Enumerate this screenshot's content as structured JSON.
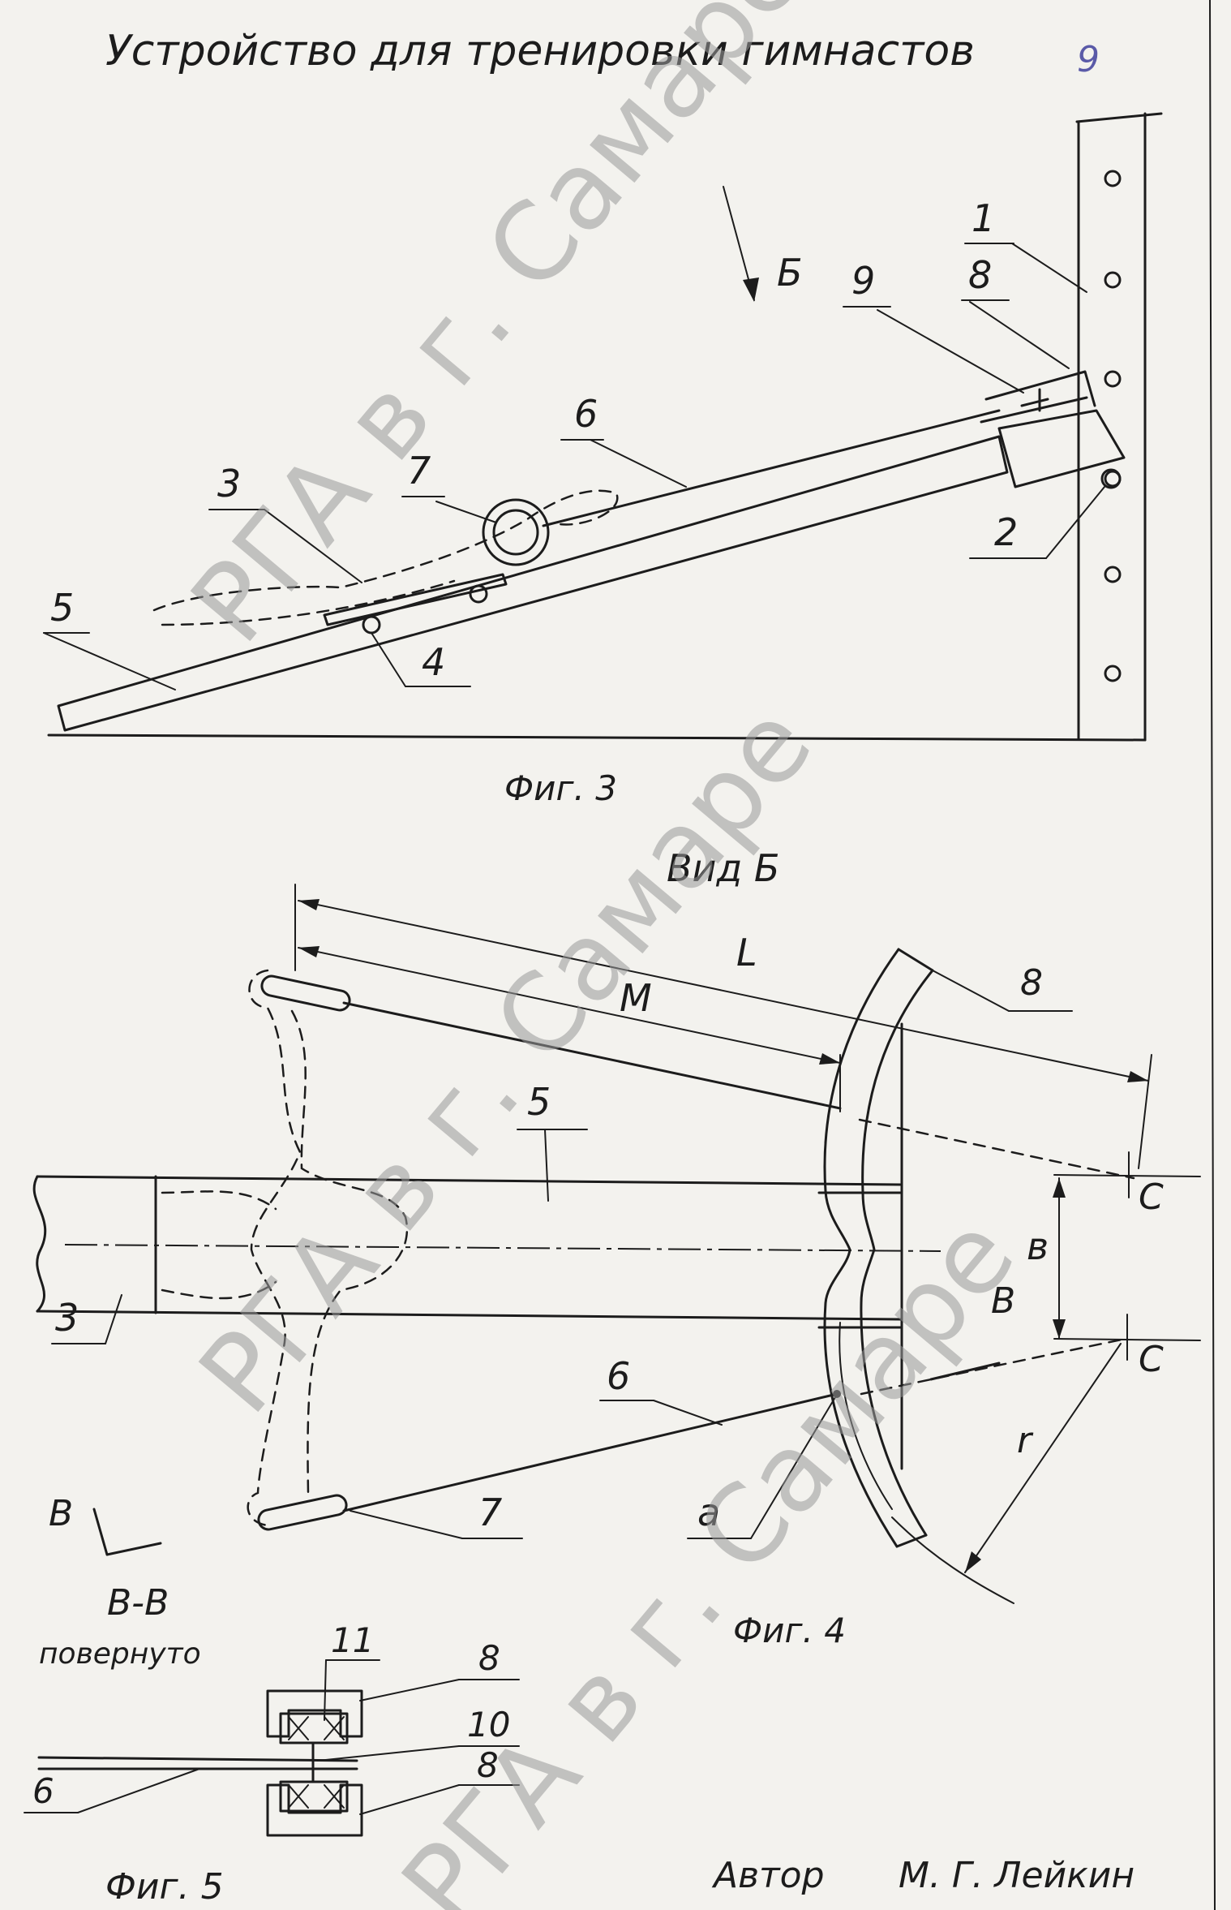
{
  "title": "Устройство для тренировки гимнастов",
  "page_mark": "9",
  "fig3": {
    "caption": "Фиг. 3",
    "labels": [
      "1",
      "8",
      "9",
      "Б",
      "6",
      "7",
      "3",
      "4",
      "5",
      "2"
    ]
  },
  "fig4": {
    "view_title": "Вид Б",
    "caption": "Фиг. 4",
    "labels": [
      "8",
      "L",
      "M",
      "5",
      "C",
      "в",
      "В",
      "C",
      "3",
      "6",
      "r",
      "7",
      "a",
      "В"
    ]
  },
  "fig5": {
    "section_title": "В-В",
    "section_subtitle": "повернуто",
    "caption": "Фиг. 5",
    "labels": [
      "11",
      "8",
      "10",
      "8",
      "6"
    ]
  },
  "author": {
    "label": "Автор",
    "name": "М. Г. Лейкин"
  },
  "watermark": "РГА в г. Самаре"
}
